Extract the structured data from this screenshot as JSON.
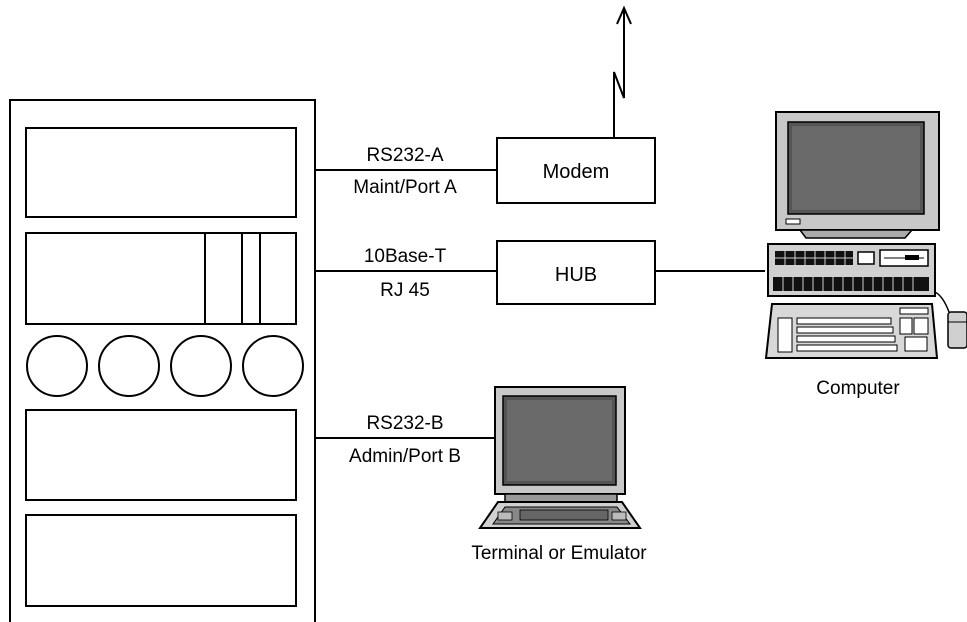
{
  "diagram": {
    "links": {
      "rs232a": {
        "line1": "RS232-A",
        "line2": "Maint/Port A"
      },
      "ethernet": {
        "line1": "10Base-T",
        "line2": "RJ 45"
      },
      "rs232b": {
        "line1": "RS232-B",
        "line2": "Admin/Port B"
      }
    },
    "nodes": {
      "modem": "Modem",
      "hub": "HUB",
      "computer": "Computer",
      "terminal": "Terminal or Emulator"
    }
  }
}
